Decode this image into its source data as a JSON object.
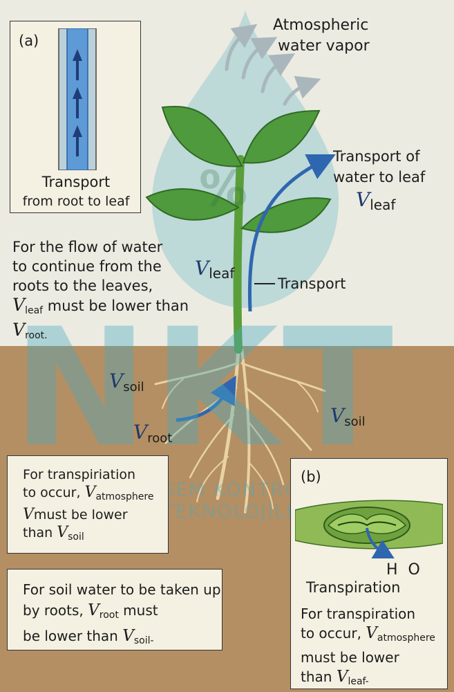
{
  "panel_a": {
    "label": "(a)",
    "caption_1": "Transport",
    "caption_2": "from root to leaf"
  },
  "atmosphere": {
    "line1": "Atmospheric",
    "line2": "water vapor"
  },
  "transport_leaf": {
    "line1": "Transport of",
    "line2": "water to leaf",
    "var": "V",
    "sub": "leaf"
  },
  "stem_label": {
    "var": "V",
    "sub": "leaf"
  },
  "transport_label": "Transport",
  "flow_text": {
    "line1": "For the flow of water",
    "line2": "to continue from the",
    "line3": "roots to the leaves,",
    "var1": "V",
    "sub1": "leaf",
    "mid": " must be lower than",
    "var2": "V",
    "sub2": "root."
  },
  "soil_left": {
    "var": "V",
    "sub": "soil"
  },
  "root_label": {
    "var": "V",
    "sub": "root"
  },
  "soil_right": {
    "var": "V",
    "sub": "soil"
  },
  "box_transpiration_soil": {
    "line1": "For transpiriation",
    "line2a": "to occur, ",
    "var1": "V",
    "sub1": "atmosphere",
    "var2": "V",
    "line3": "must be lower",
    "line4a": "than ",
    "var3": "V",
    "sub3": "soil"
  },
  "box_soil_uptake": {
    "line1": "For soil water to be taken up",
    "line2a": "by roots, ",
    "var1": "V",
    "sub1": "root",
    "line2b": " must",
    "line3a": "be lower than ",
    "var2": "V",
    "sub2": "soil-"
  },
  "panel_b": {
    "label": "(b)",
    "water": "H O",
    "title": "Transpiration",
    "line1": "For transpiration",
    "line2a": "to occur, ",
    "var1": "V",
    "sub1": "atmosphere",
    "line3": "must be lower",
    "line4a": "than ",
    "var2": "V",
    "sub2": "leaf-"
  },
  "watermark": {
    "main": "NKT",
    "sub": "SEM KONTROL TEKNOLOJİLERİ",
    "drop_symbol": "%"
  },
  "colors": {
    "sky": "#ecebe1",
    "soil": "#b48f63",
    "leaf": "#4f9a3c",
    "arrow": "#2f66b0",
    "root": "#e8d3a4"
  }
}
